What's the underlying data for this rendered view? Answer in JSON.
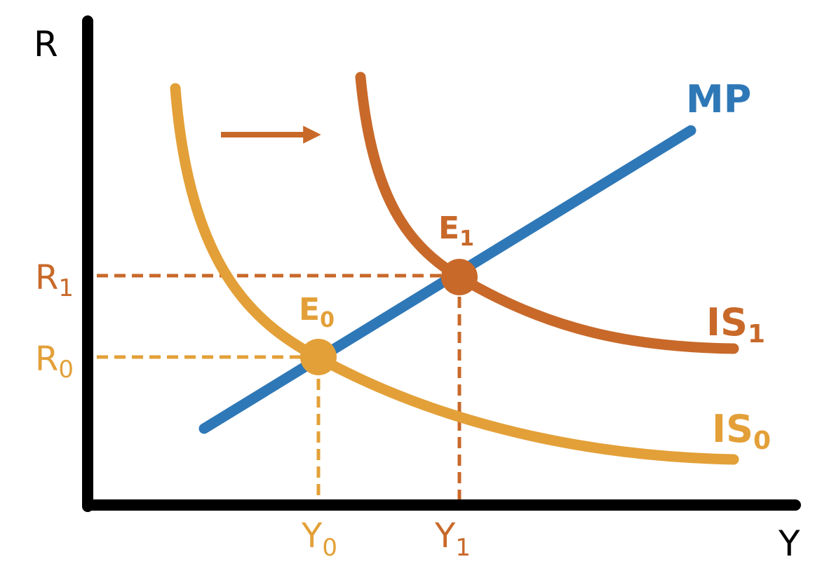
{
  "colors": {
    "axis": "#000000",
    "mp": "#2f78b7",
    "is0": "#e3a038",
    "is1": "#c8692a"
  },
  "axes": {
    "y_label": "R",
    "x_label": "Y"
  },
  "curves": {
    "mp": {
      "label": "MP"
    },
    "is0": {
      "label_main": "IS",
      "label_sub": "0"
    },
    "is1": {
      "label_main": "IS",
      "label_sub": "1"
    }
  },
  "points": {
    "e0": {
      "label_main": "E",
      "label_sub": "0"
    },
    "e1": {
      "label_main": "E",
      "label_sub": "1"
    }
  },
  "ticks": {
    "r0": {
      "main": "R",
      "sub": "0"
    },
    "r1": {
      "main": "R",
      "sub": "1"
    },
    "y0": {
      "main": "Y",
      "sub": "0"
    },
    "y1": {
      "main": "Y",
      "sub": "1"
    }
  },
  "shift_arrow": {
    "direction": "right"
  }
}
